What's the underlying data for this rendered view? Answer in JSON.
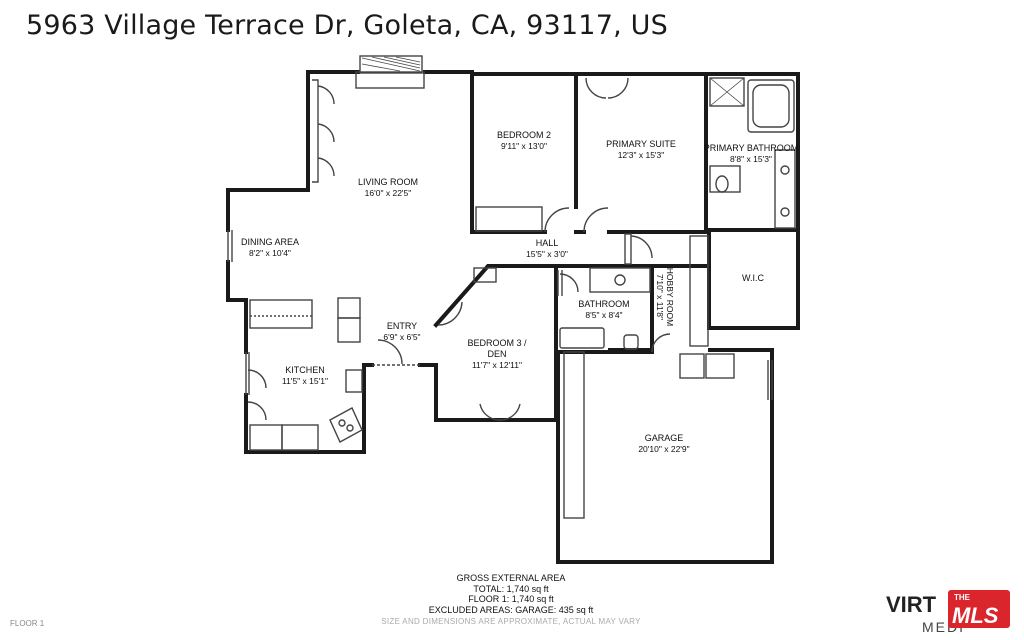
{
  "header": {
    "address": "5963 Village Terrace Dr, Goleta, CA, 93117, US"
  },
  "rooms": [
    {
      "key": "living",
      "name": "LIVING ROOM",
      "dims": "16'0\" x 22'5\""
    },
    {
      "key": "bed2",
      "name": "BEDROOM 2",
      "dims": "9'11\" x 13'0\""
    },
    {
      "key": "primary",
      "name": "PRIMARY SUITE",
      "dims": "12'3\" x 15'3\""
    },
    {
      "key": "pbath",
      "name": "PRIMARY BATHROOM",
      "dims": "8'8\" x 15'3\""
    },
    {
      "key": "dining",
      "name": "DINING AREA",
      "dims": "8'2\" x 10'4\""
    },
    {
      "key": "hall",
      "name": "HALL",
      "dims": "15'5\" x 3'0\""
    },
    {
      "key": "wic",
      "name": "W.I.C",
      "dims": ""
    },
    {
      "key": "bath",
      "name": "BATHROOM",
      "dims": "8'5\" x 8'4\""
    },
    {
      "key": "bed3",
      "name": "BEDROOM 3 /\nDEN",
      "dims": "11'7\" x 12'11\""
    },
    {
      "key": "entry",
      "name": "ENTRY",
      "dims": "6'9\" x 6'5\""
    },
    {
      "key": "kitchen",
      "name": "KITCHEN",
      "dims": "11'5\" x 15'1\""
    },
    {
      "key": "garage",
      "name": "GARAGE",
      "dims": "20'10\" x 22'9\""
    }
  ],
  "hobby_room": {
    "name": "HOBBY ROOM",
    "dims": "7'10\" x 11'8\""
  },
  "area_summary": {
    "heading": "GROSS EXTERNAL AREA",
    "total": "TOTAL: 1,740 sq ft",
    "floor1": "FLOOR 1: 1,740 sq ft",
    "excluded": "EXCLUDED AREAS: GARAGE: 435 sq ft"
  },
  "footer": {
    "floor_label": "FLOOR 1",
    "disclaimer": "SIZE AND DIMENSIONS ARE APPROXIMATE, ACTUAL MAY VARY"
  },
  "logo": {
    "brand_left": "VIRT",
    "brand_bottom": "MEDI",
    "badge_top": "THE",
    "badge_main": "MLS",
    "badge_color": "#d9252b"
  }
}
